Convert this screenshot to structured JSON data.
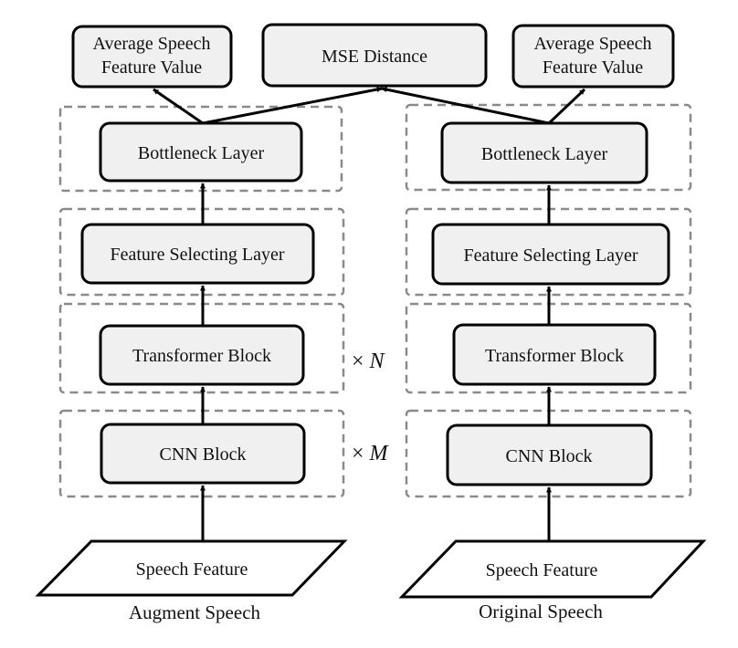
{
  "left": {
    "output": [
      "Average Speech",
      "Feature Value"
    ],
    "bottleneck": "Bottleneck Layer",
    "feature_select": "Feature Selecting Layer",
    "transformer": "Transformer Block",
    "cnn": "CNN Block",
    "input": "Speech Feature",
    "caption": "Augment Speech"
  },
  "right": {
    "output": [
      "Average Speech",
      "Feature Value"
    ],
    "bottleneck": "Bottleneck Layer",
    "feature_select": "Feature Selecting Layer",
    "transformer": "Transformer Block",
    "cnn": "CNN Block",
    "input": "Speech Feature",
    "caption": "Original Speech"
  },
  "center": {
    "mse": "MSE Distance",
    "repeat_n": {
      "sym": "×",
      "var": "N"
    },
    "repeat_m": {
      "sym": "×",
      "var": "M"
    }
  }
}
